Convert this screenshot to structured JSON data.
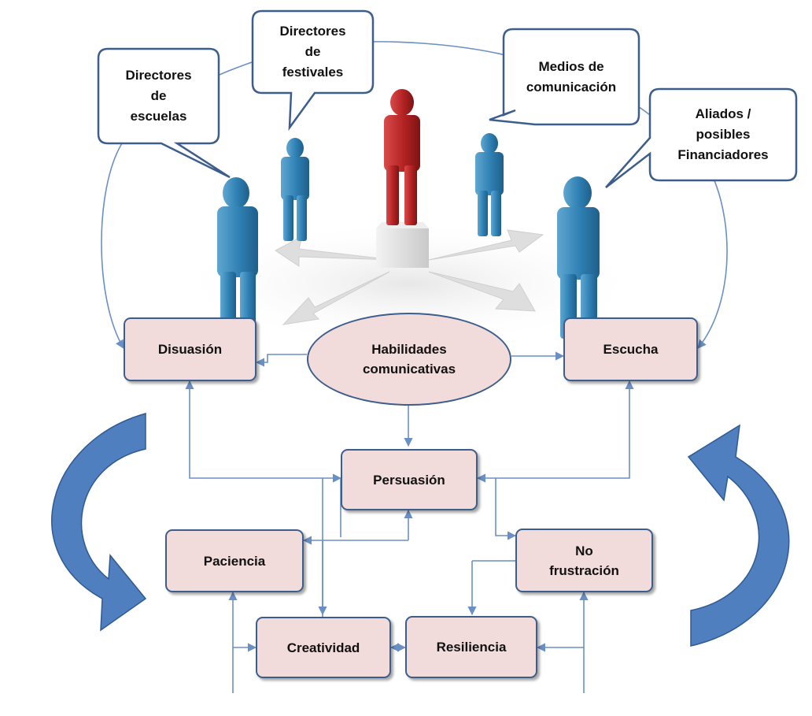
{
  "bubbles": {
    "directores_escuelas": "Directores\nde\nescuelas",
    "directores_festivales": "Directores\nde\nfestivales",
    "medios": "Medios de\ncomunicación",
    "aliados": "Aliados /\nposibles\nFinanciadores"
  },
  "center": "Habilidades\ncomunicativas",
  "boxes": {
    "disuasion": "Disuasión",
    "escucha": "Escucha",
    "persuasion": "Persuasión",
    "paciencia": "Paciencia",
    "no_frustracion": "No\nfrustración",
    "creatividad": "Creatividad",
    "resiliencia": "Resiliencia"
  },
  "colors": {
    "box_fill": "#f2dcdb",
    "box_border": "#3d5e8c",
    "connector": "#6a8fc4",
    "cycle_arrow": "#4f7fbf",
    "figure_blue": "#3a86b8",
    "figure_red": "#b32222"
  }
}
